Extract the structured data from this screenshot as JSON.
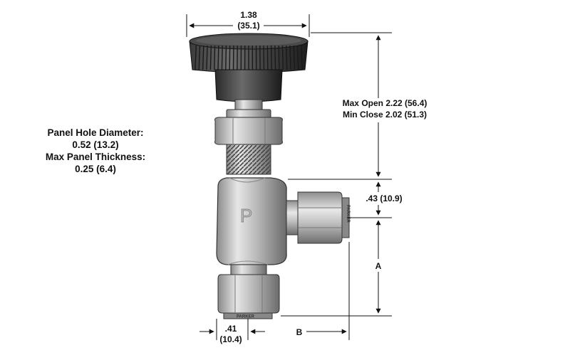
{
  "dimensions": {
    "top_width": {
      "in": "1.38",
      "mm": "(35.1)"
    },
    "max_open": "Max Open 2.22 (56.4)",
    "min_close": "Min Close 2.02 (51.3)",
    "port_offset": ".43 (10.9)",
    "dim_a": "A",
    "dim_b": "B",
    "bottom_width": {
      "in": ".41",
      "mm": "(10.4)"
    }
  },
  "panel_specs": {
    "hole_label": "Panel Hole Diameter:",
    "hole_value": "0.52 (13.2)",
    "thickness_label": "Max Panel Thickness:",
    "thickness_value": "0.25 (6.4)"
  },
  "branding": {
    "body_logo": "P",
    "fitting_mark": "PARKER"
  }
}
